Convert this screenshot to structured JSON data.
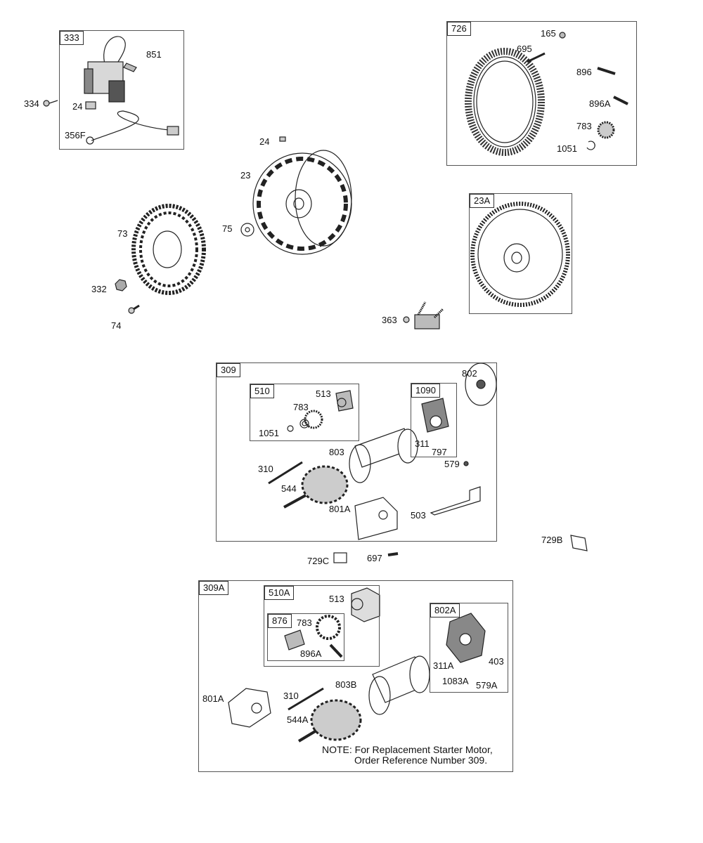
{
  "groups": {
    "g333": "333",
    "g726": "726",
    "g23A": "23A",
    "g309": "309",
    "g510": "510",
    "g1090": "1090",
    "g309A": "309A",
    "g510A": "510A",
    "g876": "876",
    "g802A": "802A"
  },
  "parts": {
    "p851": "851",
    "p334": "334",
    "p24a": "24",
    "p356F": "356F",
    "p165": "165",
    "p695": "695",
    "p896": "896",
    "p896A": "896A",
    "p783a": "783",
    "p1051a": "1051",
    "p24b": "24",
    "p23": "23",
    "p73": "73",
    "p75": "75",
    "p332": "332",
    "p74": "74",
    "p363": "363",
    "p802": "802",
    "p513a": "513",
    "p783b": "783",
    "p1051b": "1051",
    "p311": "311",
    "p797": "797",
    "p579": "579",
    "p803": "803",
    "p310a": "310",
    "p544": "544",
    "p801Aa": "801A",
    "p503": "503",
    "p729C": "729C",
    "p697": "697",
    "p729B": "729B",
    "p513b": "513",
    "p783c": "783",
    "p896Ab": "896A",
    "p311A": "311A",
    "p403": "403",
    "p1083A": "1083A",
    "p579A": "579A",
    "p801Ab": "801A",
    "p310b": "310",
    "p803B": "803B",
    "p544A": "544A"
  },
  "note": {
    "line1": "NOTE: For Replacement Starter Motor,",
    "line2": "Order Reference Number 309."
  }
}
